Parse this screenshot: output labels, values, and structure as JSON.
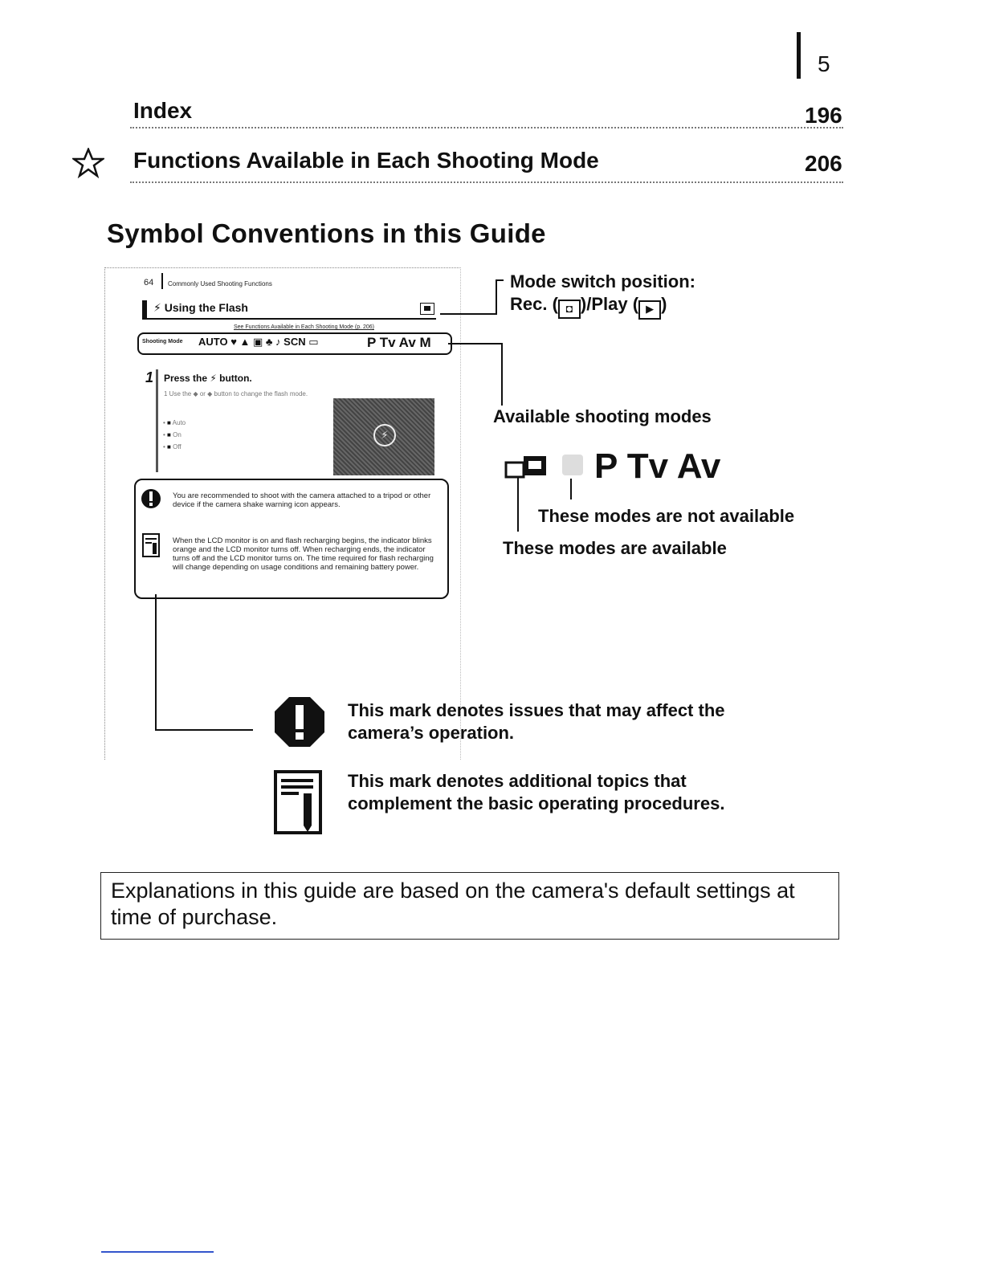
{
  "page_number": "5",
  "toc": [
    {
      "title": "Index",
      "page": "196",
      "starred": false
    },
    {
      "title": "Functions Available in Each Shooting Mode",
      "page": "206",
      "starred": true
    }
  ],
  "section_title": "Symbol Conventions in this Guide",
  "sample_page": {
    "page_ref": "64",
    "running_head": "Commonly Used Shooting Functions",
    "heading": "Using the Flash",
    "see_ref": "See Functions Available in Each Shooting Mode (p. 206)",
    "shooting_mode_label": "Shooting Mode",
    "mode_icons": "AUTO ♥ ▲ ▣ ♣ ♪ SCN ▭",
    "mode_letters": "P Tv Av M",
    "step_num": "1",
    "step_text": "Press the ⚡ button.",
    "step_sub": "1  Use the ◆ or ◆ button to change the flash mode.",
    "options": [
      "Auto",
      "On",
      "Off"
    ],
    "caution_text": "You are recommended to shoot with the camera attached to a tripod or other device if the camera shake warning icon appears.",
    "memo_text": "When the LCD monitor is on and flash recharging begins, the indicator blinks orange and the LCD monitor turns off. When recharging ends, the indicator turns off and the LCD monitor turns on. The time required for flash recharging will change depending on usage conditions and remaining battery power."
  },
  "callouts": {
    "mode_switch_line1": "Mode switch position:",
    "mode_switch_line2_a": "Rec. (",
    "mode_switch_line2_b": ")/Play (",
    "mode_switch_line2_c": ")",
    "available_modes": "Available shooting modes",
    "big_modes": "P Tv Av",
    "not_available": "These modes are not available",
    "available": "These modes are available",
    "caution_desc_1": "This mark denotes issues that may affect the",
    "caution_desc_2": "camera’s operation.",
    "memo_desc_1": "This mark denotes additional topics that",
    "memo_desc_2": "complement the basic operating procedures."
  },
  "note_box": "Explanations in this guide are based on the camera's default settings at time of purchase."
}
